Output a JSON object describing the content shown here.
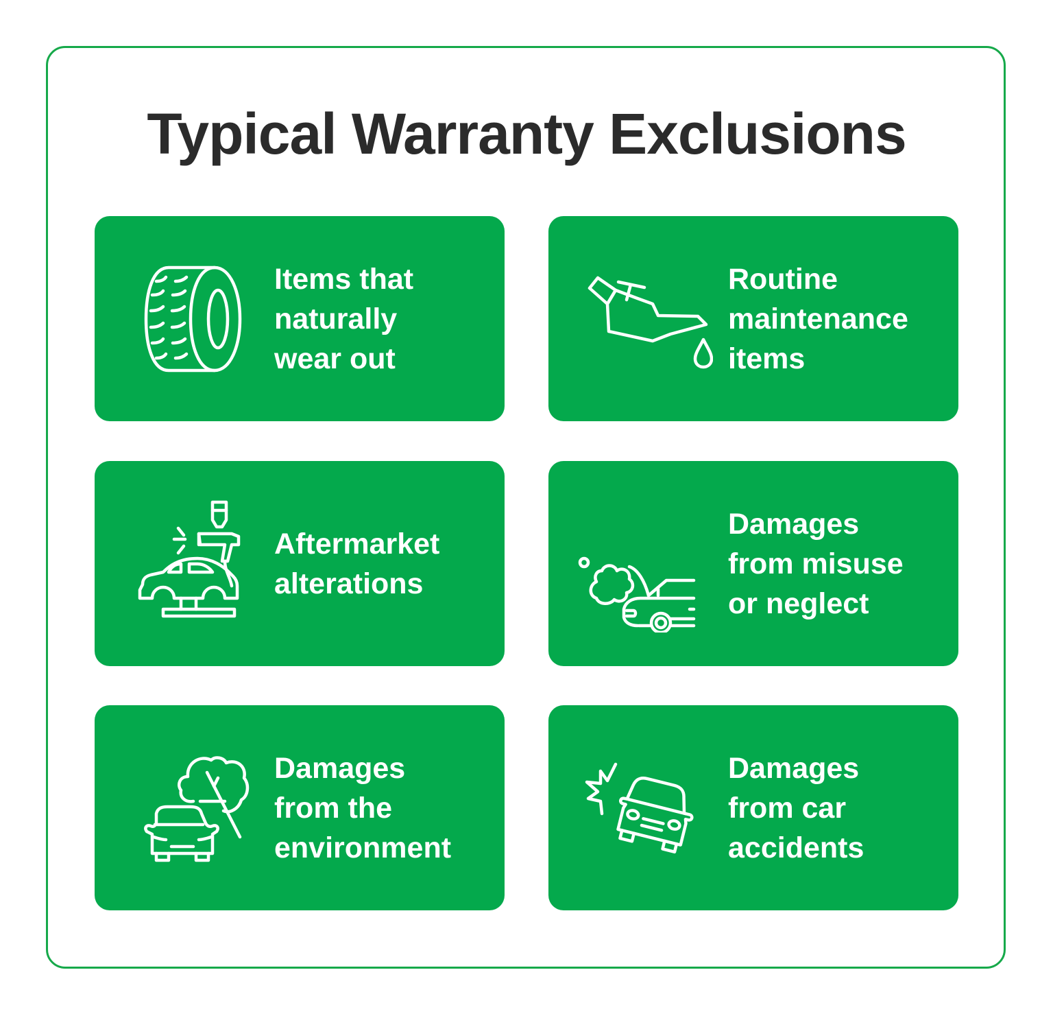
{
  "title": "Typical Warranty Exclusions",
  "colors": {
    "card_background": "#04a94c",
    "frame_border": "#16a94a",
    "title_text": "#2b2b2b",
    "card_text": "#ffffff"
  },
  "cards": [
    {
      "icon": "tire-icon",
      "lines": [
        "Items that",
        "naturally",
        "wear out"
      ]
    },
    {
      "icon": "oil-can-icon",
      "lines": [
        "Routine",
        "maintenance",
        "items"
      ]
    },
    {
      "icon": "car-paint-spray-icon",
      "lines": [
        "Aftermarket",
        "alterations"
      ]
    },
    {
      "icon": "smoking-car-engine-icon",
      "lines": [
        "Damages",
        "from misuse",
        "or neglect"
      ]
    },
    {
      "icon": "car-tree-icon",
      "lines": [
        "Damages",
        "from the",
        "environment"
      ]
    },
    {
      "icon": "car-crash-icon",
      "lines": [
        "Damages",
        "from car",
        "accidents"
      ]
    }
  ]
}
